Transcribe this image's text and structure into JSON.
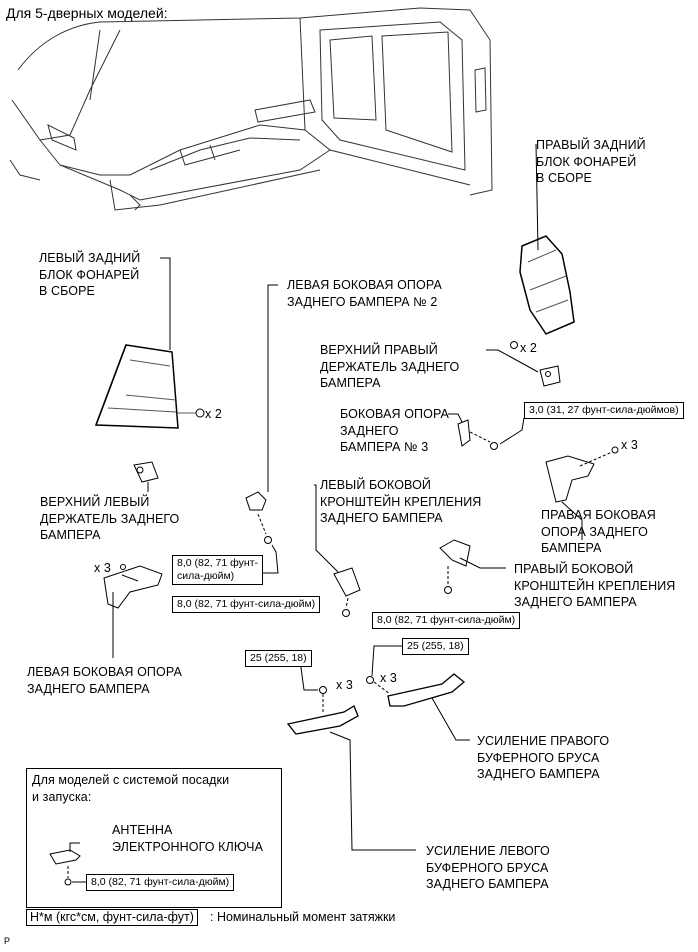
{
  "title": "Для 5-дверных моделей:",
  "labels": {
    "right_rear_lamp": "ПРАВЫЙ ЗАДНИЙ\nБЛОК ФОНАРЕЙ\nВ СБОРЕ",
    "left_rear_lamp": "ЛЕВЫЙ ЗАДНИЙ\nБЛОК ФОНАРЕЙ\nВ СБОРЕ",
    "left_side_support_2": "ЛЕВАЯ БОКОВАЯ ОПОРА\nЗАДНЕГО БАМПЕРА № 2",
    "upper_right_retainer": "ВЕРХНИЙ ПРАВЫЙ\nДЕРЖАТЕЛЬ ЗАДНЕГО\nБАМПЕРА",
    "side_support_3": "БОКОВАЯ ОПОРА\nЗАДНЕГО\nБАМПЕРА № 3",
    "upper_left_retainer": "ВЕРХНИЙ ЛЕВЫЙ\nДЕРЖАТЕЛЬ ЗАДНЕГО\nБАМПЕРА",
    "left_side_bracket": "ЛЕВЫЙ БОКОВОЙ\nКРОНШТЕЙН КРЕПЛЕНИЯ\nЗАДНЕГО БАМПЕРА",
    "right_side_support": "ПРАВАЯ БОКОВАЯ\nОПОРА ЗАДНЕГО\nБАМПЕРА",
    "right_side_bracket": "ПРАВЫЙ БОКОВОЙ\nКРОНШТЕЙН КРЕПЛЕНИЯ\nЗАДНЕГО БАМПЕРА",
    "left_side_support": "ЛЕВАЯ БОКОВАЯ ОПОРА\nЗАДНЕГО БАМПЕРА",
    "right_reinforcement": "УСИЛЕНИЕ ПРАВОГО\nБУФЕРНОГО БРУСА\nЗАДНЕГО БАМПЕРА",
    "left_reinforcement": "УСИЛЕНИЕ ЛЕВОГО\nБУФЕРНОГО БРУСА\nЗАДНЕГО БАМПЕРА",
    "antenna": "АНТЕННА\nЭЛЕКТРОННОГО КЛЮЧА"
  },
  "quantities": {
    "q_right_lamp": "x 2",
    "q_left_lamp": "x 2",
    "q_right_support": "x 3",
    "q_left_support": "x 3",
    "q_left_reinf": "x 3",
    "q_right_reinf": "x 3"
  },
  "torques": {
    "t_side3": "3,0 (31, 27 фунт-сила-дюймов)",
    "t_support2": "8,0 (82, 71 фунт-\nсила-дюйм)",
    "t_left_bracket": "8,0 (82, 71 фунт-сила-дюйм)",
    "t_right_bracket": "8,0 (82, 71 фунт-сила-дюйм)",
    "t_left_reinf": "25 (255, 18)",
    "t_right_reinf": "25 (255, 18)",
    "t_antenna": "8,0 (82, 71 фунт-сила-дюйм)"
  },
  "inset": {
    "heading": "Для моделей с системой посадки\nи запуска:"
  },
  "legend": {
    "key": "Н*м (кгс*см, фунт-сила-фут)",
    "text": ": Номинальный момент затяжки"
  },
  "page_mark": "P"
}
